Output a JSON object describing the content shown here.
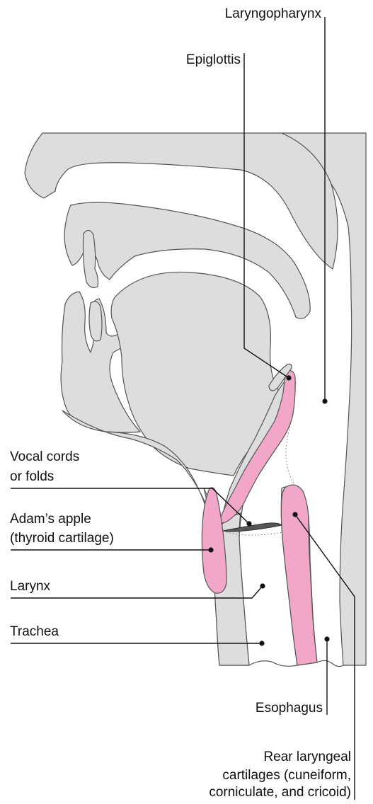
{
  "labels": {
    "laryngopharynx": "Laryngopharynx",
    "epiglottis": "Epiglottis",
    "vocal_cords_line1": "Vocal cords",
    "vocal_cords_line2": "or folds",
    "adams_apple_line1": "Adam’s apple",
    "adams_apple_line2": "(thyroid cartilage)",
    "larynx": "Larynx",
    "trachea": "Trachea",
    "esophagus": "Esophagus",
    "rear_cartilages_line1": "Rear laryngeal",
    "rear_cartilages_line2": "cartilages (cuneiform,",
    "rear_cartilages_line3": "corniculate, and cricoid)"
  },
  "colors": {
    "tissue_fill": "#dddddd",
    "tissue_stroke": "#555555",
    "cartilage_fill": "#f2a7c9",
    "airway_fill": "#ffffff",
    "leader_line": "#111111"
  }
}
